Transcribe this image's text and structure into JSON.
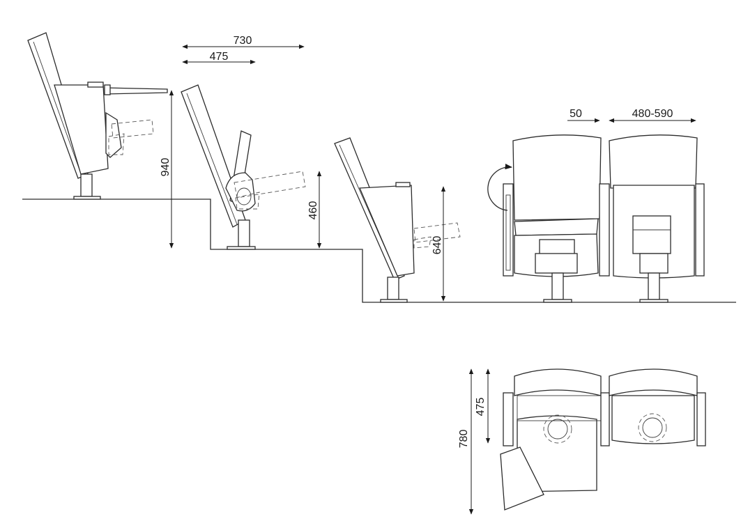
{
  "dimensions": {
    "row_depth_total": "730",
    "row_depth_seat": "475",
    "overall_height": "940",
    "seat_height": "460",
    "armrest_height": "640",
    "arm_width": "50",
    "seat_width": "480-590",
    "plan_depth_total": "780",
    "plan_depth_seat": "475"
  },
  "colors": {
    "line": "#2b2b2b",
    "background": "#ffffff"
  }
}
